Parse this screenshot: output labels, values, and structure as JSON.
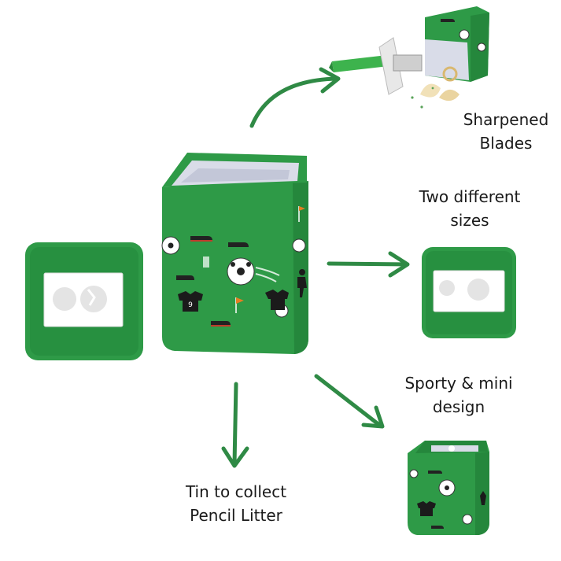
{
  "labels": {
    "sharpened": [
      "Sharpened",
      "Blades"
    ],
    "sizes": [
      "Two different",
      "sizes"
    ],
    "sporty": [
      "Sporty & mini",
      "design"
    ],
    "tin": [
      "Tin to collect",
      "Pencil Litter"
    ]
  },
  "colors": {
    "green": "#2e9a47",
    "green_dark": "#1f7a35",
    "arrow": "#2f8a45",
    "white": "#ffffff",
    "interior": "#d9dce8"
  },
  "icons": [
    "soccer-ball-icon",
    "sneaker-icon",
    "jersey-icon",
    "flag-icon",
    "player-icon"
  ],
  "jersey_number": "9"
}
